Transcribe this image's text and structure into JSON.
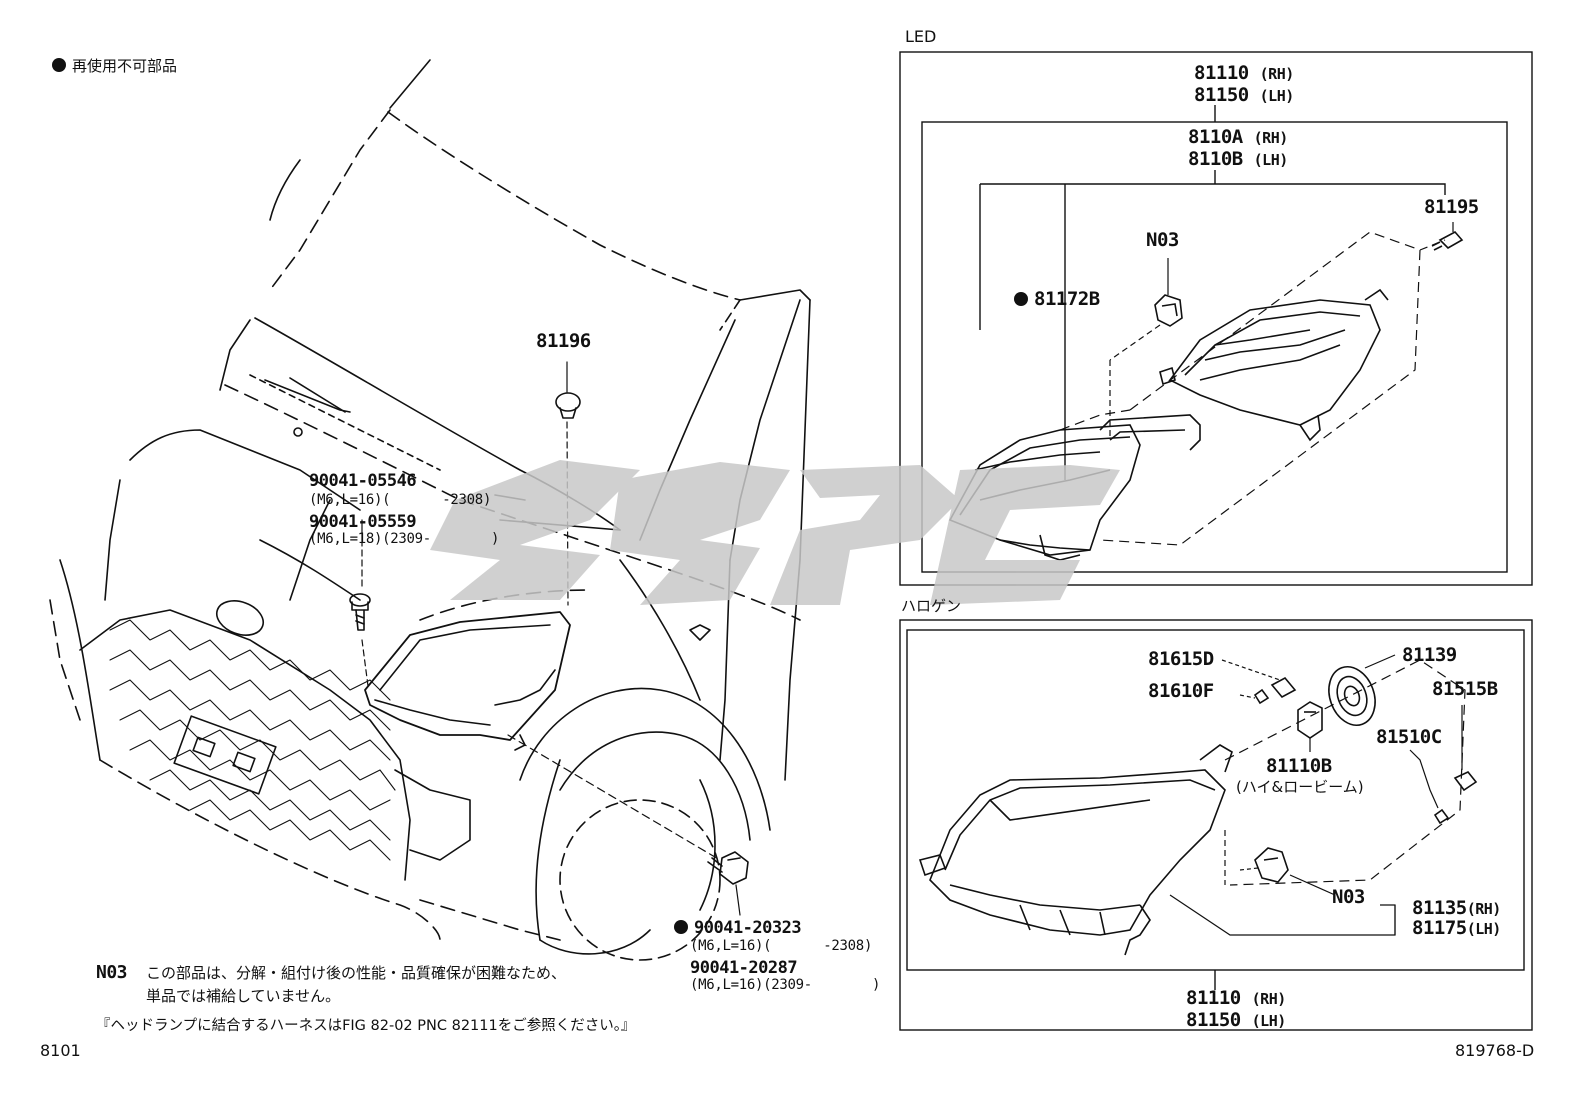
{
  "legend": {
    "non_reusable": "再使用不可部品"
  },
  "diagram_code": "8101",
  "illustration_code": "819768-D",
  "left": {
    "part_81196": "81196",
    "bolt_upper": {
      "pn1": "90041-05546",
      "spec1": "(M6,L=16)(",
      "range1": "-2308)",
      "pn2": "90041-05559",
      "spec2": "(M6,L=18)(2309-",
      "range2": ")"
    },
    "bolt_lower": {
      "pn1": "90041-20323",
      "spec1": "(M6,L=16)(",
      "range1": "-2308)",
      "pn2": "90041-20287",
      "spec2": "(M6,L=16)(2309-",
      "range2": ")"
    }
  },
  "notes": {
    "n03_code": "N03",
    "n03_text_1": "この部品は、分解・組付け後の性能・品質確保が困難なため、",
    "n03_text_2": "単品では補給していません。",
    "harness_note": "『ヘッドランプに結合するハーネスはFIG 82-02 PNC 82111をご参照ください。』"
  },
  "led_panel": {
    "title": "LED",
    "assy_rh": "81110",
    "assy_lh": "81150",
    "unit_rh": "8110A",
    "unit_lh": "8110B",
    "rh": "(RH)",
    "lh": "(LH)",
    "part_81195": "81195",
    "part_n03": "N03",
    "part_81172b": "81172B"
  },
  "halogen_panel": {
    "title": "ハロゲン",
    "p81615d": "81615D",
    "p81610f": "81610F",
    "p81139": "81139",
    "p81515b": "81515B",
    "p81510c": "81510C",
    "p81110b": "81110B",
    "bulb_note": "(ハイ&ロービーム)",
    "p_n03": "N03",
    "p81135": "81135",
    "p81175": "81175",
    "assy_rh": "81110",
    "assy_lh": "81150",
    "rh": "(RH)",
    "lh": "(LH)"
  },
  "colors": {
    "line": "#111111",
    "watermark": "#c8c8c8"
  },
  "icons": [
    "bullet-dot-icon",
    "watermark-logo"
  ]
}
